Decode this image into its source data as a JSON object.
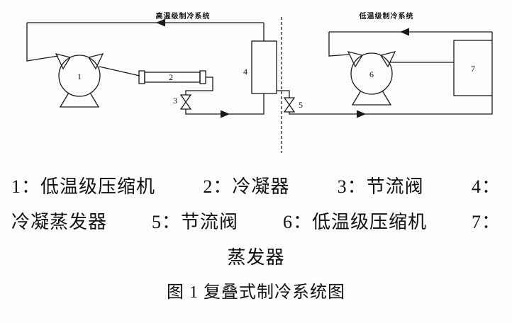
{
  "figure": {
    "system_labels": {
      "left": "高温级制冷系统",
      "right": "低温级制冷系统"
    },
    "components": {
      "n1": "1",
      "n2": "2",
      "n3": "3",
      "n4": "4",
      "n5": "5",
      "n6": "6",
      "n7": "7"
    }
  },
  "caption": {
    "line1": [
      "1：低温级压缩机",
      "2：冷凝器",
      "3：节流阀",
      "4："
    ],
    "line2": [
      "冷凝蒸发器",
      "5：节流阀",
      "6：低温级压缩机",
      "7："
    ],
    "line3": "蒸发器",
    "figure_title": "图 1 复叠式制冷系统图"
  },
  "colors": {
    "line": "#1a1a1a",
    "background": "#fdfdfd"
  }
}
